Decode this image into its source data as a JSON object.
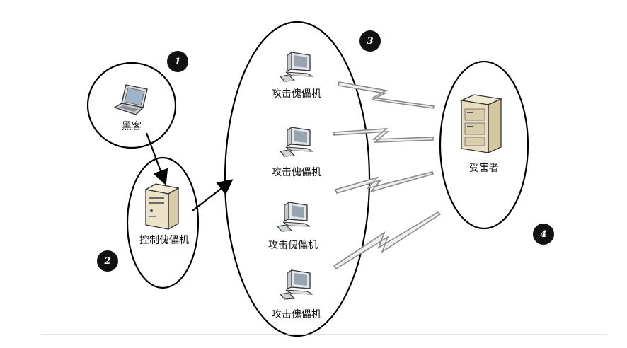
{
  "nodes": {
    "hacker": {
      "label": "黑客"
    },
    "control": {
      "label": "控制傀儡机"
    },
    "victim": {
      "label": "受害者"
    },
    "zombies": [
      {
        "label": "攻击傀儡机"
      },
      {
        "label": "攻击傀儡机"
      },
      {
        "label": "攻击傀儡机"
      },
      {
        "label": "攻击傀儡机"
      }
    ]
  },
  "badges": [
    "1",
    "2",
    "3",
    "4"
  ],
  "icons": {
    "hacker": "laptop-icon",
    "control": "server-icon",
    "zombie": "desktop-computer-icon",
    "victim": "server-cabinet-icon"
  },
  "colors": {
    "outline": "#000000",
    "lightning_stroke": "#8a8a8a",
    "lightning_fill": "#efefef",
    "badge_fill": "#111111",
    "badge_text": "#ffffff"
  }
}
